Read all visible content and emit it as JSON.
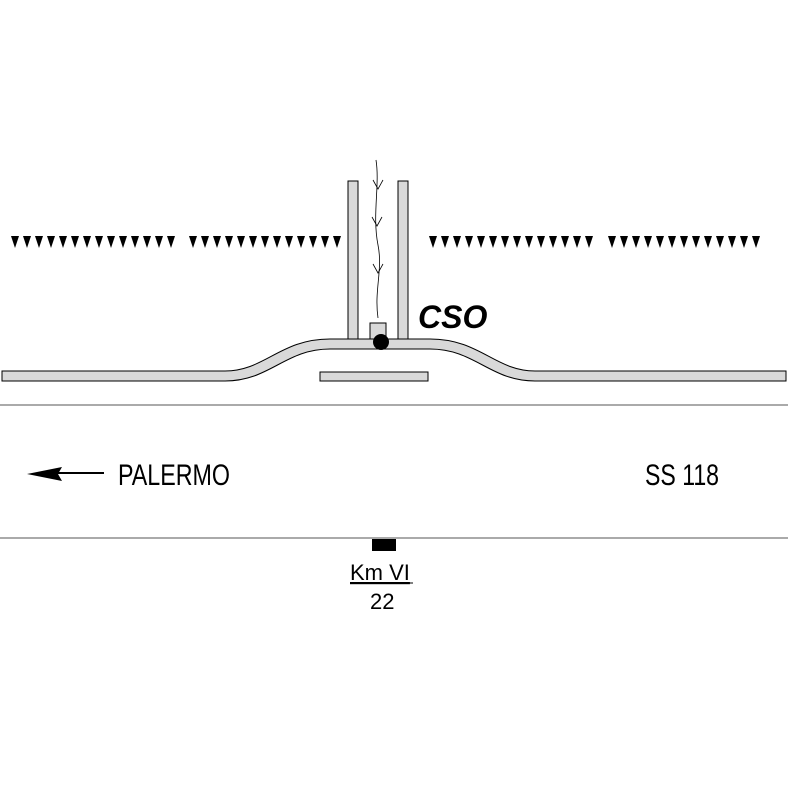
{
  "station_label": "CSO",
  "direction": {
    "label": "PALERMO",
    "arrow_icon": "arrow-left-icon"
  },
  "road_label": "SS 118",
  "km_marker": {
    "label": "Km VI",
    "value": "22"
  },
  "colors": {
    "structure_fill": "#d9d9d9",
    "outline": "#000000",
    "road_line": "#555555"
  }
}
